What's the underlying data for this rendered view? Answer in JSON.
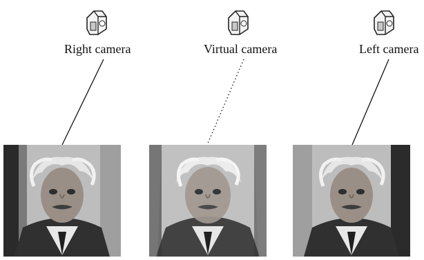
{
  "cameras": {
    "right": {
      "label": "Right camera",
      "icon": "camera-icon"
    },
    "virtual": {
      "label": "Virtual camera",
      "icon": "camera-icon"
    },
    "left": {
      "label": "Left camera",
      "icon": "camera-icon"
    }
  },
  "photos": {
    "right": {
      "kind": "portrait-photo",
      "style": "sharp"
    },
    "virtual": {
      "kind": "portrait-photo",
      "style": "blended"
    },
    "left": {
      "kind": "portrait-photo",
      "style": "sharp"
    }
  },
  "colors": {
    "line": "#111111",
    "hair": "#e6e6e6",
    "skin": "#9a8f86",
    "suit": "#2b2b2b",
    "background": "#b9b9b9"
  }
}
